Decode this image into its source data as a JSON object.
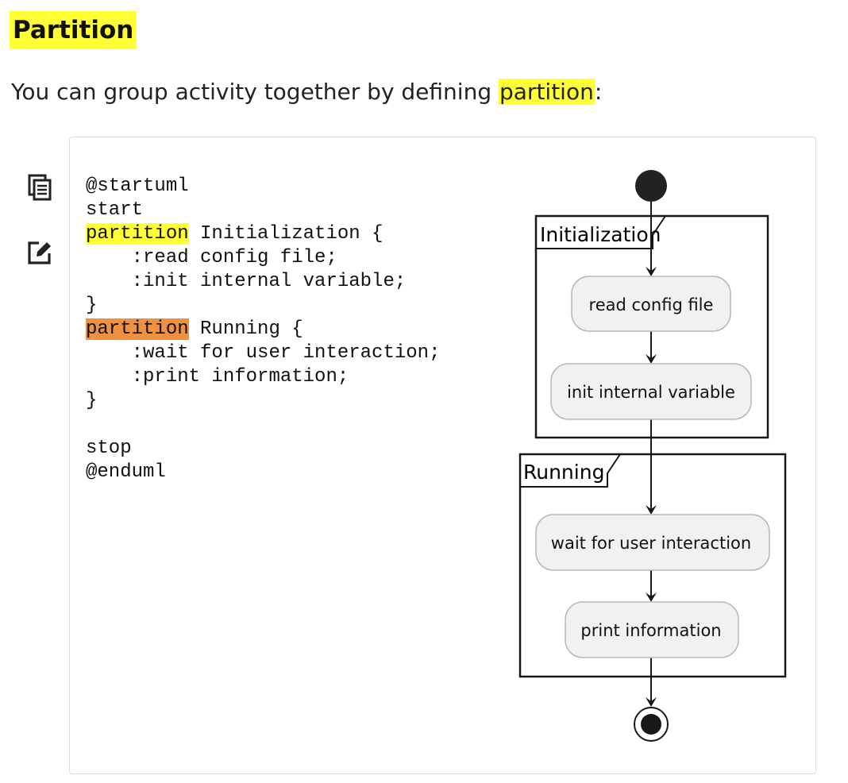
{
  "section": {
    "title": "Partition",
    "intro_before": "You can group activity together by defining ",
    "intro_keyword": "partition",
    "intro_after": ":"
  },
  "toolbar": {
    "copy_icon": "copy-icon",
    "edit_icon": "edit-icon"
  },
  "code": {
    "line1": "@startuml",
    "line2": "start",
    "line3_keyword": "partition",
    "line3_rest": " Initialization {",
    "line4": "    :read config file;",
    "line5": "    :init internal variable;",
    "line6": "}",
    "line7_keyword": "partition",
    "line7_rest": " Running {",
    "line8": "    :wait for user interaction;",
    "line9": "    :print information;",
    "line10": "}",
    "line11": "",
    "line12": "stop",
    "line13": "@enduml"
  },
  "diagram": {
    "partitions": [
      {
        "name": "Initialization"
      },
      {
        "name": "Running"
      }
    ],
    "activities": [
      {
        "label": "read config file"
      },
      {
        "label": "init internal variable"
      },
      {
        "label": "wait for user interaction"
      },
      {
        "label": "print information"
      }
    ]
  },
  "colors": {
    "highlight_yellow": "#ffff33",
    "highlight_orange": "#f0913f",
    "activity_fill": "#f1f1f1",
    "activity_border": "#b7b7b7"
  }
}
